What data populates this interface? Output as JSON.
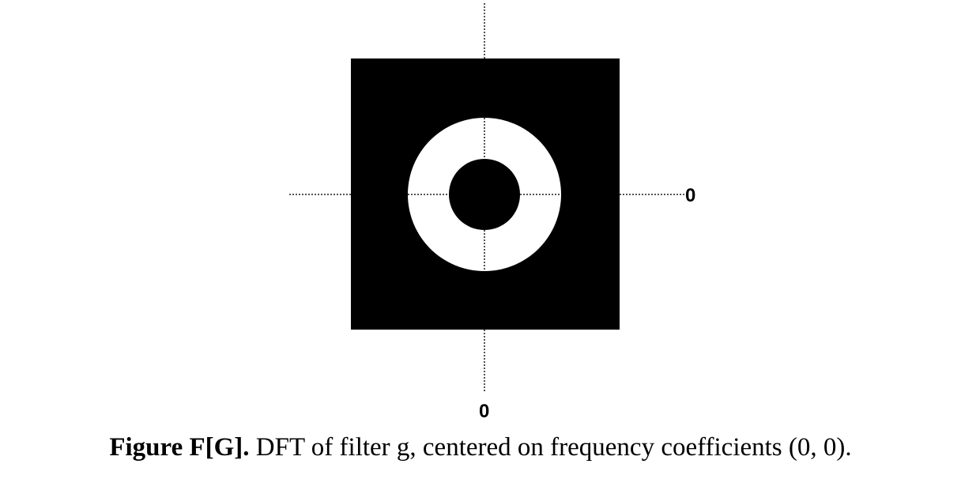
{
  "figure": {
    "axis_labels": {
      "horizontal_zero": "0",
      "vertical_zero": "0"
    },
    "colors": {
      "background_square": "#000000",
      "ring": "#ffffff",
      "center_disk": "#000000",
      "axis_lines": "#555555"
    }
  },
  "caption": {
    "figure_id": "Figure F[G].",
    "text": " DFT of filter g, centered on frequency coefficients (0, 0)."
  }
}
